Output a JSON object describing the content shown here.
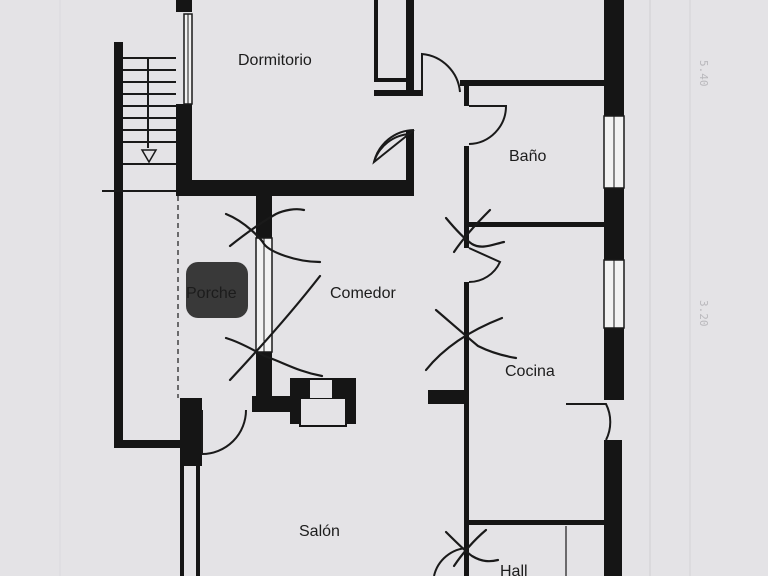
{
  "rooms": {
    "dormitorio": "Dormitorio",
    "bano": "Baño",
    "porche": "Porche",
    "comedor": "Comedor",
    "cocina": "Cocina",
    "salon": "Salón",
    "hall": "Hall"
  },
  "icons": {
    "stair_arrow": "down-triangle-icon",
    "redaction": "redaction-blob"
  },
  "colors": {
    "paper": "#e4e3e6",
    "wall": "#151515",
    "redaction": "#2a2a2a"
  }
}
